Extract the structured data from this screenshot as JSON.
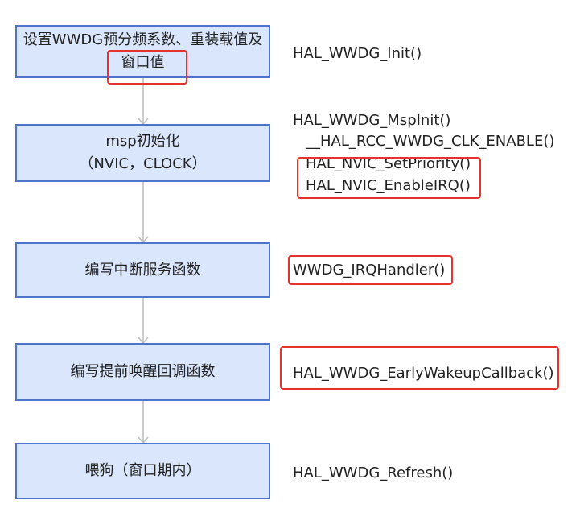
{
  "steps": [
    {
      "line1": "设置WWDG预分频系数、重装载值及",
      "line2": "窗口值"
    },
    {
      "line1": "msp初始化",
      "line2": "（NVIC，CLOCK）"
    },
    {
      "line1": "编写中断服务函数"
    },
    {
      "line1": "编写提前唤醒回调函数"
    },
    {
      "line1": "喂狗（窗口期内）"
    }
  ],
  "apis": {
    "init": "HAL_WWDG_Init()",
    "msp_init": "HAL_WWDG_MspInit()",
    "clk_enable": "__HAL_RCC_WWDG_CLK_ENABLE()",
    "set_priority": "HAL_NVIC_SetPriority()",
    "enable_irq": "HAL_NVIC_EnableIRQ()",
    "irq_handler": "WWDG_IRQHandler()",
    "early_wakeup": "HAL_WWDG_EarlyWakeupCallback()",
    "refresh": "HAL_WWDG_Refresh()"
  },
  "colors": {
    "box_fill": "#dae6fb",
    "box_border": "#4d74c8",
    "connector": "#bfbfbf",
    "highlight": "#e5322d"
  }
}
